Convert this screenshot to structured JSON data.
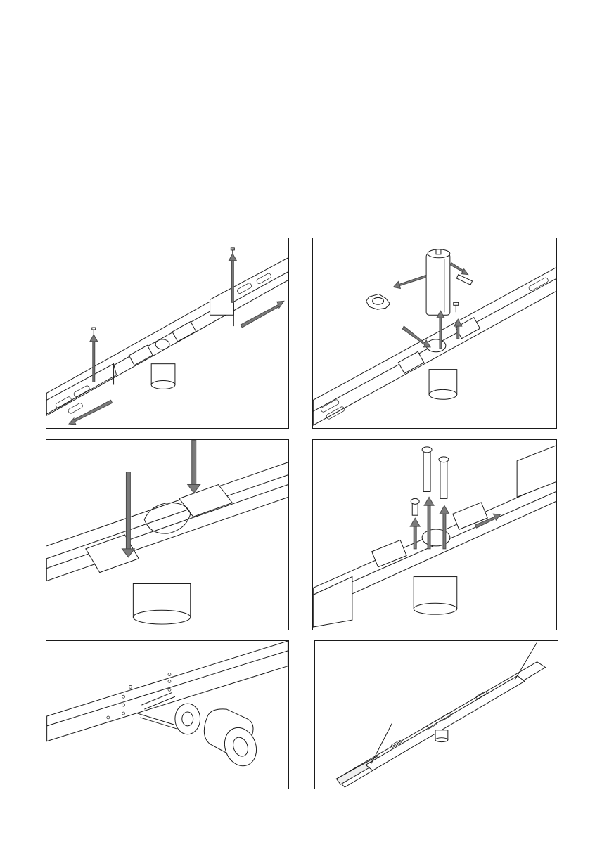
{
  "figure": {
    "panels": [
      {
        "id": "step-1",
        "description_key": "remove-screws-slide-extensions"
      },
      {
        "id": "step-2",
        "description_key": "remove-cylinder-and-cam"
      },
      {
        "id": "step-3",
        "description_key": "insert-into-gearbox-slots"
      },
      {
        "id": "step-4",
        "description_key": "insert-long-screws-slide"
      },
      {
        "id": "step-5",
        "description_key": "fit-round-cylinder-with-pins"
      },
      {
        "id": "step-6",
        "description_key": "assembled-lock-overview"
      }
    ]
  },
  "colors": {
    "line": "#1a1a1a",
    "arrow_fill": "#7a7a7a",
    "arrow_stroke": "#4a4a4a",
    "background": "#ffffff"
  }
}
